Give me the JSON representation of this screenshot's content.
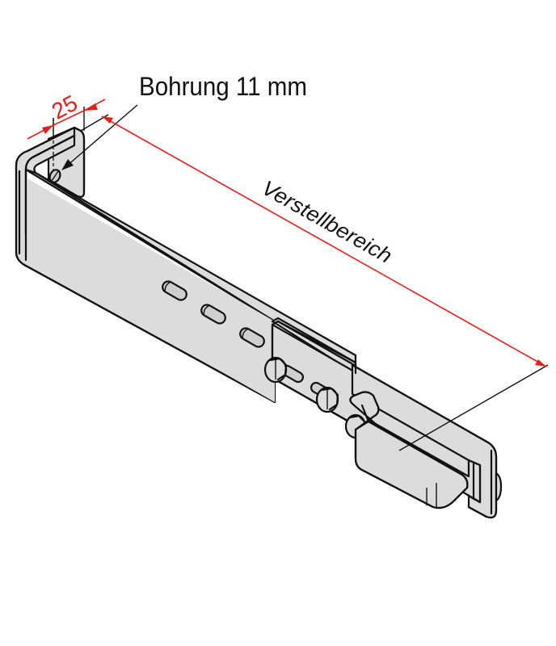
{
  "drawing": {
    "title": "Adjustable bracket with slotted holes",
    "background": "#ffffff",
    "part_fill": "#dcdcdc",
    "line_color": "#111111",
    "dimension_color": "#e0201b"
  },
  "annotations": {
    "hole_label": "Bohrung 11 mm",
    "width_dimension": "25",
    "range_label": "Verstellbereich"
  },
  "components": {
    "slots": [
      {
        "id": "slot-1"
      },
      {
        "id": "slot-2"
      },
      {
        "id": "slot-3"
      },
      {
        "id": "slot-4"
      },
      {
        "id": "slot-5"
      }
    ],
    "bolts": [
      {
        "id": "bolt-1"
      },
      {
        "id": "bolt-2"
      },
      {
        "id": "bolt-3"
      }
    ]
  }
}
